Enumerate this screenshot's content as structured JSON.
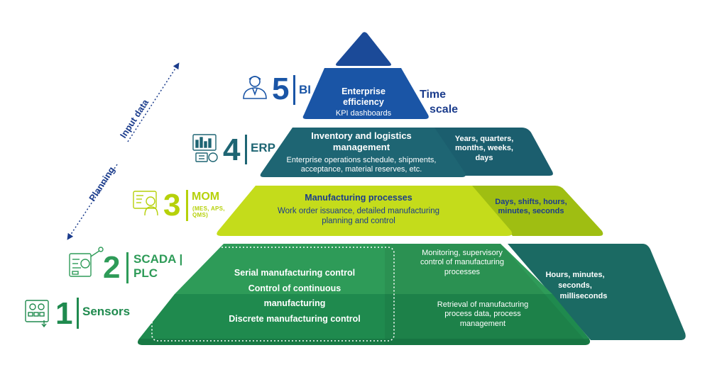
{
  "side_labels": {
    "input_data": "Input data",
    "planning": "Planning"
  },
  "time_scale": {
    "line1": "Time",
    "line2": "scale"
  },
  "levels": [
    {
      "number": "5",
      "label": "BI",
      "color": "#1a4fa0",
      "title": [
        "Enterprise",
        "efficiency"
      ],
      "desc": [
        "KPI dashboards"
      ]
    },
    {
      "number": "4",
      "label": "ERP",
      "color": "#1b5e6e",
      "title": [
        "Inventory and logistics",
        "management"
      ],
      "desc": [
        "Enterprise operations schedule, shipments,",
        "acceptance, material reserves, etc."
      ],
      "time": [
        "Years, quarters,",
        "months, weeks,",
        "days"
      ]
    },
    {
      "number": "3",
      "label": "MOM",
      "sublabel": [
        "(MES, APS,",
        "QMS)"
      ],
      "color": "#b6d10a",
      "title": [
        "Manufacturing processes"
      ],
      "desc": [
        "Work order issuance, detailed manufacturing",
        "planning and control"
      ],
      "time": [
        "Days, shifts, hours,",
        "minutes, seconds"
      ]
    },
    {
      "number": "2",
      "label": "SCADA |",
      "label2": "PLC",
      "color": "#2a9a55",
      "desc": [
        "Monitoring, supervisory",
        "control of manufacturing",
        "processes"
      ],
      "time": [
        "Hours, minutes,",
        "seconds,",
        "milliseconds"
      ]
    },
    {
      "number": "1",
      "label": "Sensors",
      "color": "#1f8a4a",
      "desc": [
        "Retrieval of manufacturing",
        "process data, process",
        "management"
      ]
    }
  ],
  "control_box": [
    "Serial manufacturing control",
    "Control of continuous",
    "manufacturing",
    "Discrete manufacturing control"
  ],
  "colors": {
    "blue": "#1a4fa0",
    "navy": "#1b3c8c",
    "teal": "#1b5e6e",
    "lime": "#b6d10a",
    "green": "#2a9a55",
    "green_dark": "#1f8a4a"
  }
}
